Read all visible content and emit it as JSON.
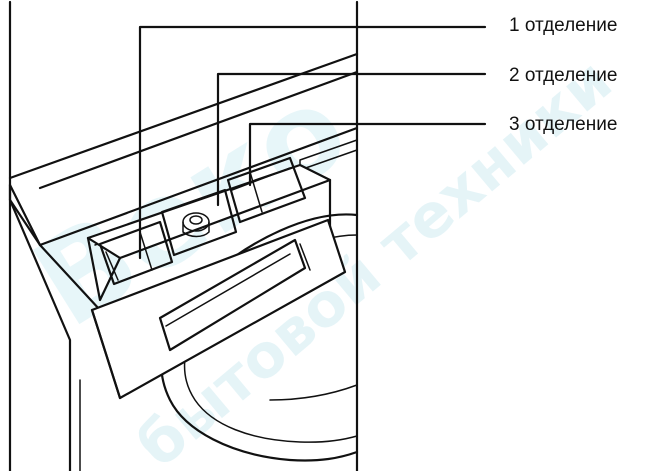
{
  "labels": [
    {
      "text": "1 отделение"
    },
    {
      "text": "2 отделение"
    },
    {
      "text": "3 отделение"
    }
  ],
  "watermark": {
    "brand": "Веко",
    "tagline": "бытовой техники"
  },
  "colors": {
    "line": "#111111",
    "watermark": "#3fb8cf",
    "background": "#ffffff"
  }
}
